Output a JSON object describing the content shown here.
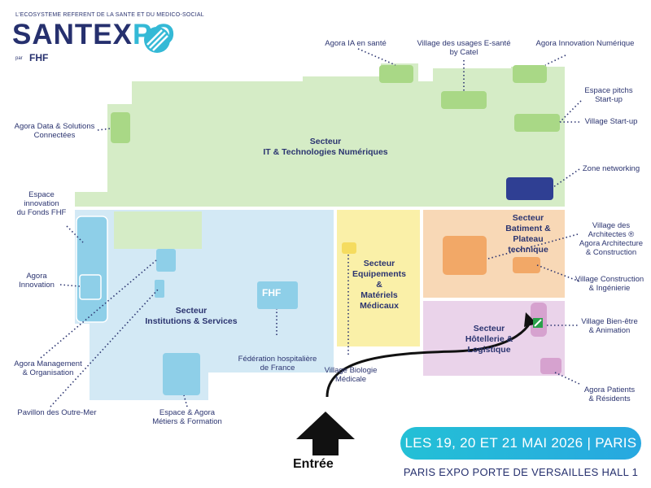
{
  "header": {
    "tagline": "L'ECOSYSTEME REFERENT DE LA SANTE ET DU MEDICO-SOCIAL",
    "logo_part1": "SANTEX",
    "logo_part2": "PO",
    "par_label": "par",
    "par_org": "FHF"
  },
  "sectors": {
    "it": {
      "line1": "Secteur",
      "line2": "IT & Technologies Numériques"
    },
    "institutions": {
      "line1": "Secteur",
      "line2": "Institutions & Services"
    },
    "equipements": {
      "line1": "Secteur",
      "line2": "Equipements",
      "line3": "&",
      "line4": "Matériels",
      "line5": "Médicaux"
    },
    "batiment": {
      "line1": "Secteur",
      "line2": "Batiment &",
      "line3": "Plateau",
      "line4": "technique"
    },
    "hotellerie": {
      "line1": "Secteur",
      "line2": "Hôtellerie &",
      "line3": "Logistique"
    }
  },
  "labels": {
    "agora_ia": "Agora IA en santé",
    "village_usages_1": "Village des usages E-santé",
    "village_usages_2": "by Catel",
    "agora_innov_num": "Agora Innovation Numérique",
    "espace_pitchs_1": "Espace pitchs",
    "espace_pitchs_2": "Start-up",
    "village_startup": "Village Start-up",
    "zone_networking": "Zone networking",
    "agora_data_1": "Agora Data & Solutions",
    "agora_data_2": "Connectées",
    "espace_innov_1": "Espace",
    "espace_innov_2": "innovation",
    "espace_innov_3": "du Fonds FHF",
    "agora_innovation_1": "Agora",
    "agora_innovation_2": "Innovation",
    "agora_mgmt_1": "Agora Management",
    "agora_mgmt_2": "& Organisation",
    "pavillon": "Pavillon des Outre-Mer",
    "espace_agora_1": "Espace & Agora",
    "espace_agora_2": "Métiers & Formation",
    "federation_1": "Fédération hospitalière",
    "federation_2": "de France",
    "fhf_badge": "FHF",
    "village_bio_1": "Village Biologie",
    "village_bio_2": "Médicale",
    "village_archi_1": "Village des",
    "village_archi_2": "Architectes ®",
    "village_archi_3": "Agora Architecture",
    "village_archi_4": "& Construction",
    "village_constr_1": "Village Construction",
    "village_constr_2": "& Ingénierie",
    "village_bienetre_1": "Village Bien-être",
    "village_bienetre_2": "& Animation",
    "agora_patients_1": "Agora Patients",
    "agora_patients_2": "& Résidents"
  },
  "entrance": "Entrée",
  "event": {
    "dates": "LES 19, 20 ET 21 MAI 2026 | PARIS",
    "venue": "PARIS EXPO PORTE DE VERSAILLES HALL 1"
  },
  "colors": {
    "navy": "#26306e",
    "cyan": "#34b9d6",
    "it_zone": "#d5ecc6",
    "it_box": "#a9d886",
    "institutions_zone": "#d3e9f5",
    "institutions_box": "#8ecfe8",
    "equipements_zone": "#faf0a8",
    "batiment_zone": "#f8d8b6",
    "batiment_box": "#f2a867",
    "hotellerie_zone": "#ead3ea",
    "hotellerie_box": "#d6a2cf",
    "networking": "#2f3f93"
  }
}
